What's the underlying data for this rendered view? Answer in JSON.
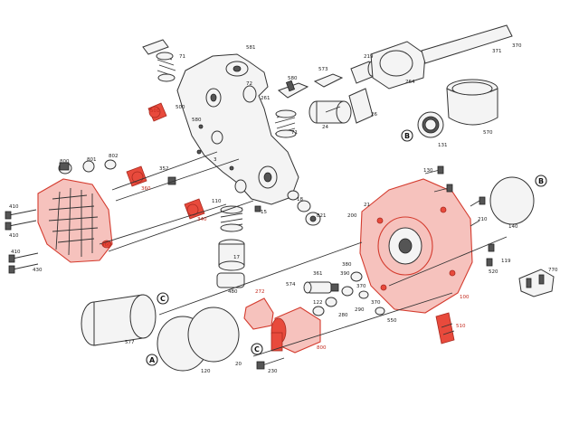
{
  "labels": {
    "l581": "581",
    "l71a": "71",
    "l72": "72",
    "l261": "261",
    "l580a": "580",
    "l573": "573",
    "l219": "219",
    "l371": "371",
    "l370": "370",
    "l264": "264",
    "l24": "24",
    "l26": "26",
    "l71b": "71",
    "l500": "500",
    "l580b": "580",
    "l131": "131",
    "l570": "570",
    "l501": "501",
    "l3": "3",
    "l800": "800",
    "l360": "360",
    "l352": "352",
    "l802": "802",
    "l801": "801",
    "l340": "340",
    "l110": "110",
    "l15": "15",
    "l18": "18",
    "l821": "821",
    "l130": "130",
    "l140": "140",
    "l410a": "410",
    "l410b": "410",
    "l410c": "410",
    "l430": "430",
    "l460": "460",
    "l480": "480",
    "l17": "17",
    "l100": "100",
    "l210": "210",
    "l119": "119",
    "l520": "520",
    "l770": "770",
    "l574": "574",
    "l390": "390",
    "l380": "380",
    "l370b": "370",
    "l290": "290",
    "l280": "280",
    "l272": "272",
    "l370c": "370",
    "l510": "510",
    "l550": "550",
    "l577": "577",
    "l800b": "800",
    "l120": "120",
    "l230": "230",
    "l20": "20",
    "l122": "122",
    "l361": "361",
    "l200": "200",
    "l21": "21"
  },
  "refs": {
    "B1": "B",
    "B2": "B",
    "C1": "C",
    "C2": "C",
    "A1": "A"
  }
}
